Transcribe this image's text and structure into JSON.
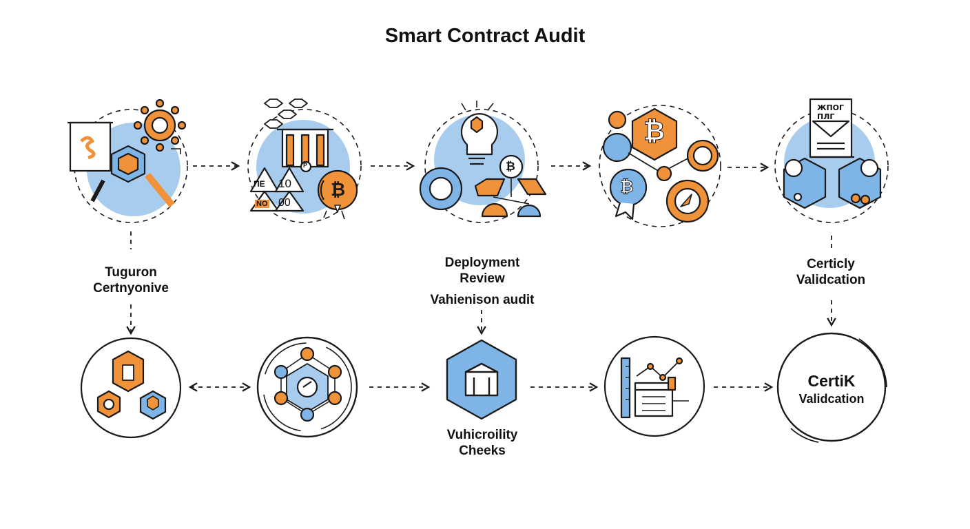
{
  "title": "Smart Contract Audit",
  "labels": {
    "node1": [
      "Tuguron",
      "Certnyonive"
    ],
    "node3": [
      "Deployment",
      "Review",
      "Vahienison audit"
    ],
    "node5": [
      "Certicly",
      "Validcation"
    ],
    "node8": [
      "Vuhicroility",
      "Cheeks"
    ],
    "node10": [
      "CertiK",
      "Validcation"
    ]
  },
  "icon_text": {
    "node2_left_top": "ΠE",
    "node2_right_top": "10",
    "node2_left_bottom": "NO",
    "node2_right_bottom": "00",
    "node2_small_coin": "P",
    "node5_document_1": "ЖПОГ",
    "node5_document_2": "ПЛГ"
  },
  "icons": {
    "node1": "code-inspection-icon",
    "node2": "blockchain-ledger-icon",
    "node3": "lightbulb-network-icon",
    "node4": "bitcoin-gear-icon",
    "node5": "document-validation-icon",
    "node6": "hexagon-blocks-icon",
    "node7": "network-graph-icon",
    "node8": "hexagon-box-icon",
    "node9": "chart-calendar-icon"
  },
  "colors": {
    "orange": "#F0923A",
    "blue": "#7FB5E6",
    "blue_light": "#A8CCEE",
    "ink": "#1A1A1A"
  }
}
